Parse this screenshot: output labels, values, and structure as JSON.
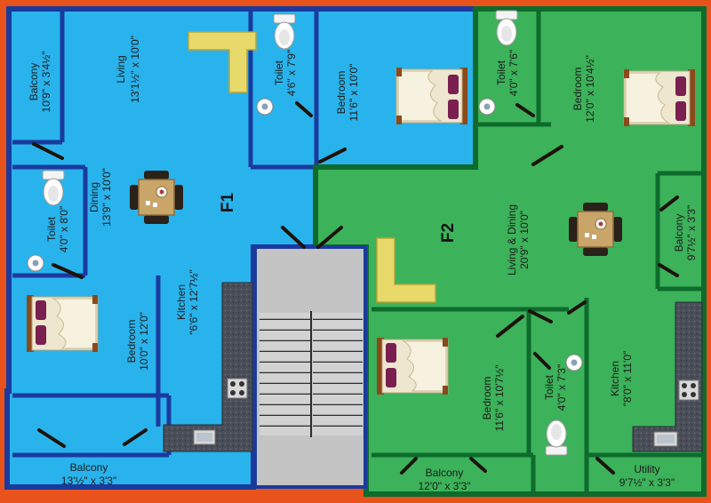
{
  "units": {
    "f1": "F1",
    "f2": "F2"
  },
  "rooms": {
    "f1_balcony_side": {
      "name": "Balcony",
      "dims": "10'9\" x 3'4½\""
    },
    "f1_living": {
      "name": "Living",
      "dims": "13'1½\" x 10'0\""
    },
    "f1_toilet_top": {
      "name": "Toilet",
      "dims": "4'6\" x 7'9\""
    },
    "f1_bedroom_top": {
      "name": "Bedroom",
      "dims": "11'6\" x 10'0\""
    },
    "f1_dining": {
      "name": "Dining",
      "dims": "13'9\" x 10'0\""
    },
    "f1_toilet_left": {
      "name": "Toilet",
      "dims": "4'0\" x 8'0\""
    },
    "f1_kitchen": {
      "name": "Kitchen",
      "dims": "\"6'6\" x 12'7½\""
    },
    "f1_bedroom_bottom": {
      "name": "Bedroom",
      "dims": "10'0\" x 12'0\""
    },
    "f1_balcony_bottom": {
      "name": "Balcony",
      "dims": "13'½\" x 3'3\""
    },
    "f2_toilet_top": {
      "name": "Toilet",
      "dims": "4'0\" x 7'6\""
    },
    "f2_bedroom_top": {
      "name": "Bedroom",
      "dims": "12'0\" x 10'4½\""
    },
    "f2_living_dining": {
      "name": "Living & Dining",
      "dims": "20'9\" x 10'0\""
    },
    "f2_balcony_side": {
      "name": "Balcony",
      "dims": "9'7½\" x 3'3\""
    },
    "f2_bedroom_bottom": {
      "name": "Bedroom",
      "dims": "11'6\" x 10'7½\""
    },
    "f2_toilet_bottom": {
      "name": "Toilet",
      "dims": "4'0\" x 7'3\""
    },
    "f2_kitchen": {
      "name": "Kitchen",
      "dims": "\"8'0\" x 11'0\""
    },
    "f2_balcony_bottom": {
      "name": "Balcony",
      "dims": "12'0\" x 3'3\""
    },
    "f2_utility": {
      "name": "Utility",
      "dims": "9'7½\" x 3'3\""
    }
  },
  "colors": {
    "background": "#e8531c",
    "f1_fill": "#29b3ec",
    "f2_fill": "#3cb25a",
    "f1_wall": "#1a3a9e",
    "f2_wall": "#0d6b2c",
    "stair": "#c8c8c8",
    "counter": "#4a4e58"
  },
  "icons": [
    "sofa-icon",
    "bed-icon",
    "toilet-icon",
    "washbasin-icon",
    "dining-table-icon",
    "sink-icon",
    "stove-icon",
    "staircase-icon"
  ]
}
